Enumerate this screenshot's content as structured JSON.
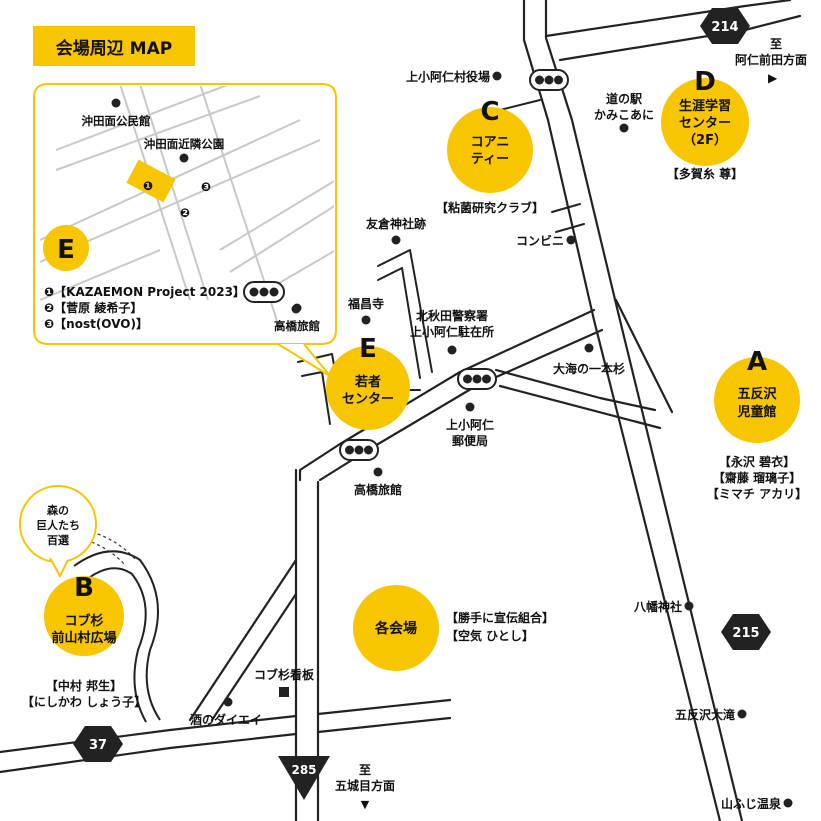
{
  "title": "会場周辺 MAP",
  "colors": {
    "accent": "#f7c600",
    "road": "#222222",
    "lightroad": "#c8c8c8",
    "inset_border": "#f7c600"
  },
  "venues": {
    "A": {
      "letter": "A",
      "name_lines": [
        "五反沢",
        "児童館"
      ],
      "artists": [
        "【永沢 碧衣】",
        "【齋藤 瑠璃子】",
        "【ミマチ アカリ】"
      ]
    },
    "B": {
      "letter": "B",
      "name_lines": [
        "コブ杉",
        "前山村広場"
      ],
      "artists": [
        "【中村 邦生】",
        "【にしかわ しょう子】"
      ],
      "bubble_lines": [
        "森の",
        "巨人たち",
        "百選"
      ]
    },
    "C": {
      "letter": "C",
      "name_lines": [
        "コアニ",
        "ティー"
      ],
      "artists": [
        "【粘菌研究クラブ】"
      ]
    },
    "D": {
      "letter": "D",
      "name_lines": [
        "生涯学習",
        "センター",
        "（2F）"
      ],
      "artists": [
        "【多賀糸 尊】"
      ]
    },
    "E": {
      "letter": "E",
      "name_lines": [
        "若者",
        "センター"
      ]
    },
    "all": {
      "name": "各会場",
      "artists": [
        "【勝手に宣伝組合】",
        "【空気 ひとし】"
      ]
    }
  },
  "inset": {
    "letter": "E",
    "labels": {
      "hall": "沖田面公民館",
      "park": "沖田面近隣公園",
      "inn": "高橋旅館"
    },
    "markers": [
      "❶",
      "❷",
      "❸"
    ],
    "entries": [
      "❶【KAZAEMON Project 2023】",
      "❷【菅原 綾希子】",
      "❸【nost(OVO)】"
    ]
  },
  "places": {
    "village_office": "上小阿仁村役場",
    "michi_label": [
      "道の駅",
      "かみこあに"
    ],
    "konbini": "コンビニ",
    "tomokura": "友倉神社跡",
    "fukusho": "福昌寺",
    "police": [
      "北秋田警察署",
      "上小阿仁駐在所"
    ],
    "oumi": "大海の一本杉",
    "post": [
      "上小阿仁",
      "郵便局"
    ],
    "inn": "高橋旅館",
    "hachiman": "八幡神社",
    "otaki": "五反沢大滝",
    "onsen": "山ふじ温泉",
    "kobu_sign": "コブ杉看板",
    "liquor": "酒のダイエイ"
  },
  "routes": {
    "r214": {
      "num": "214",
      "to_lines": [
        "至",
        "阿仁前田方面"
      ],
      "arrow": "▶"
    },
    "r215": {
      "num": "215"
    },
    "r37": {
      "num": "37"
    },
    "r285": {
      "num": "285",
      "to_lines": [
        "至",
        "五城目方面"
      ],
      "arrow": "▼"
    }
  }
}
